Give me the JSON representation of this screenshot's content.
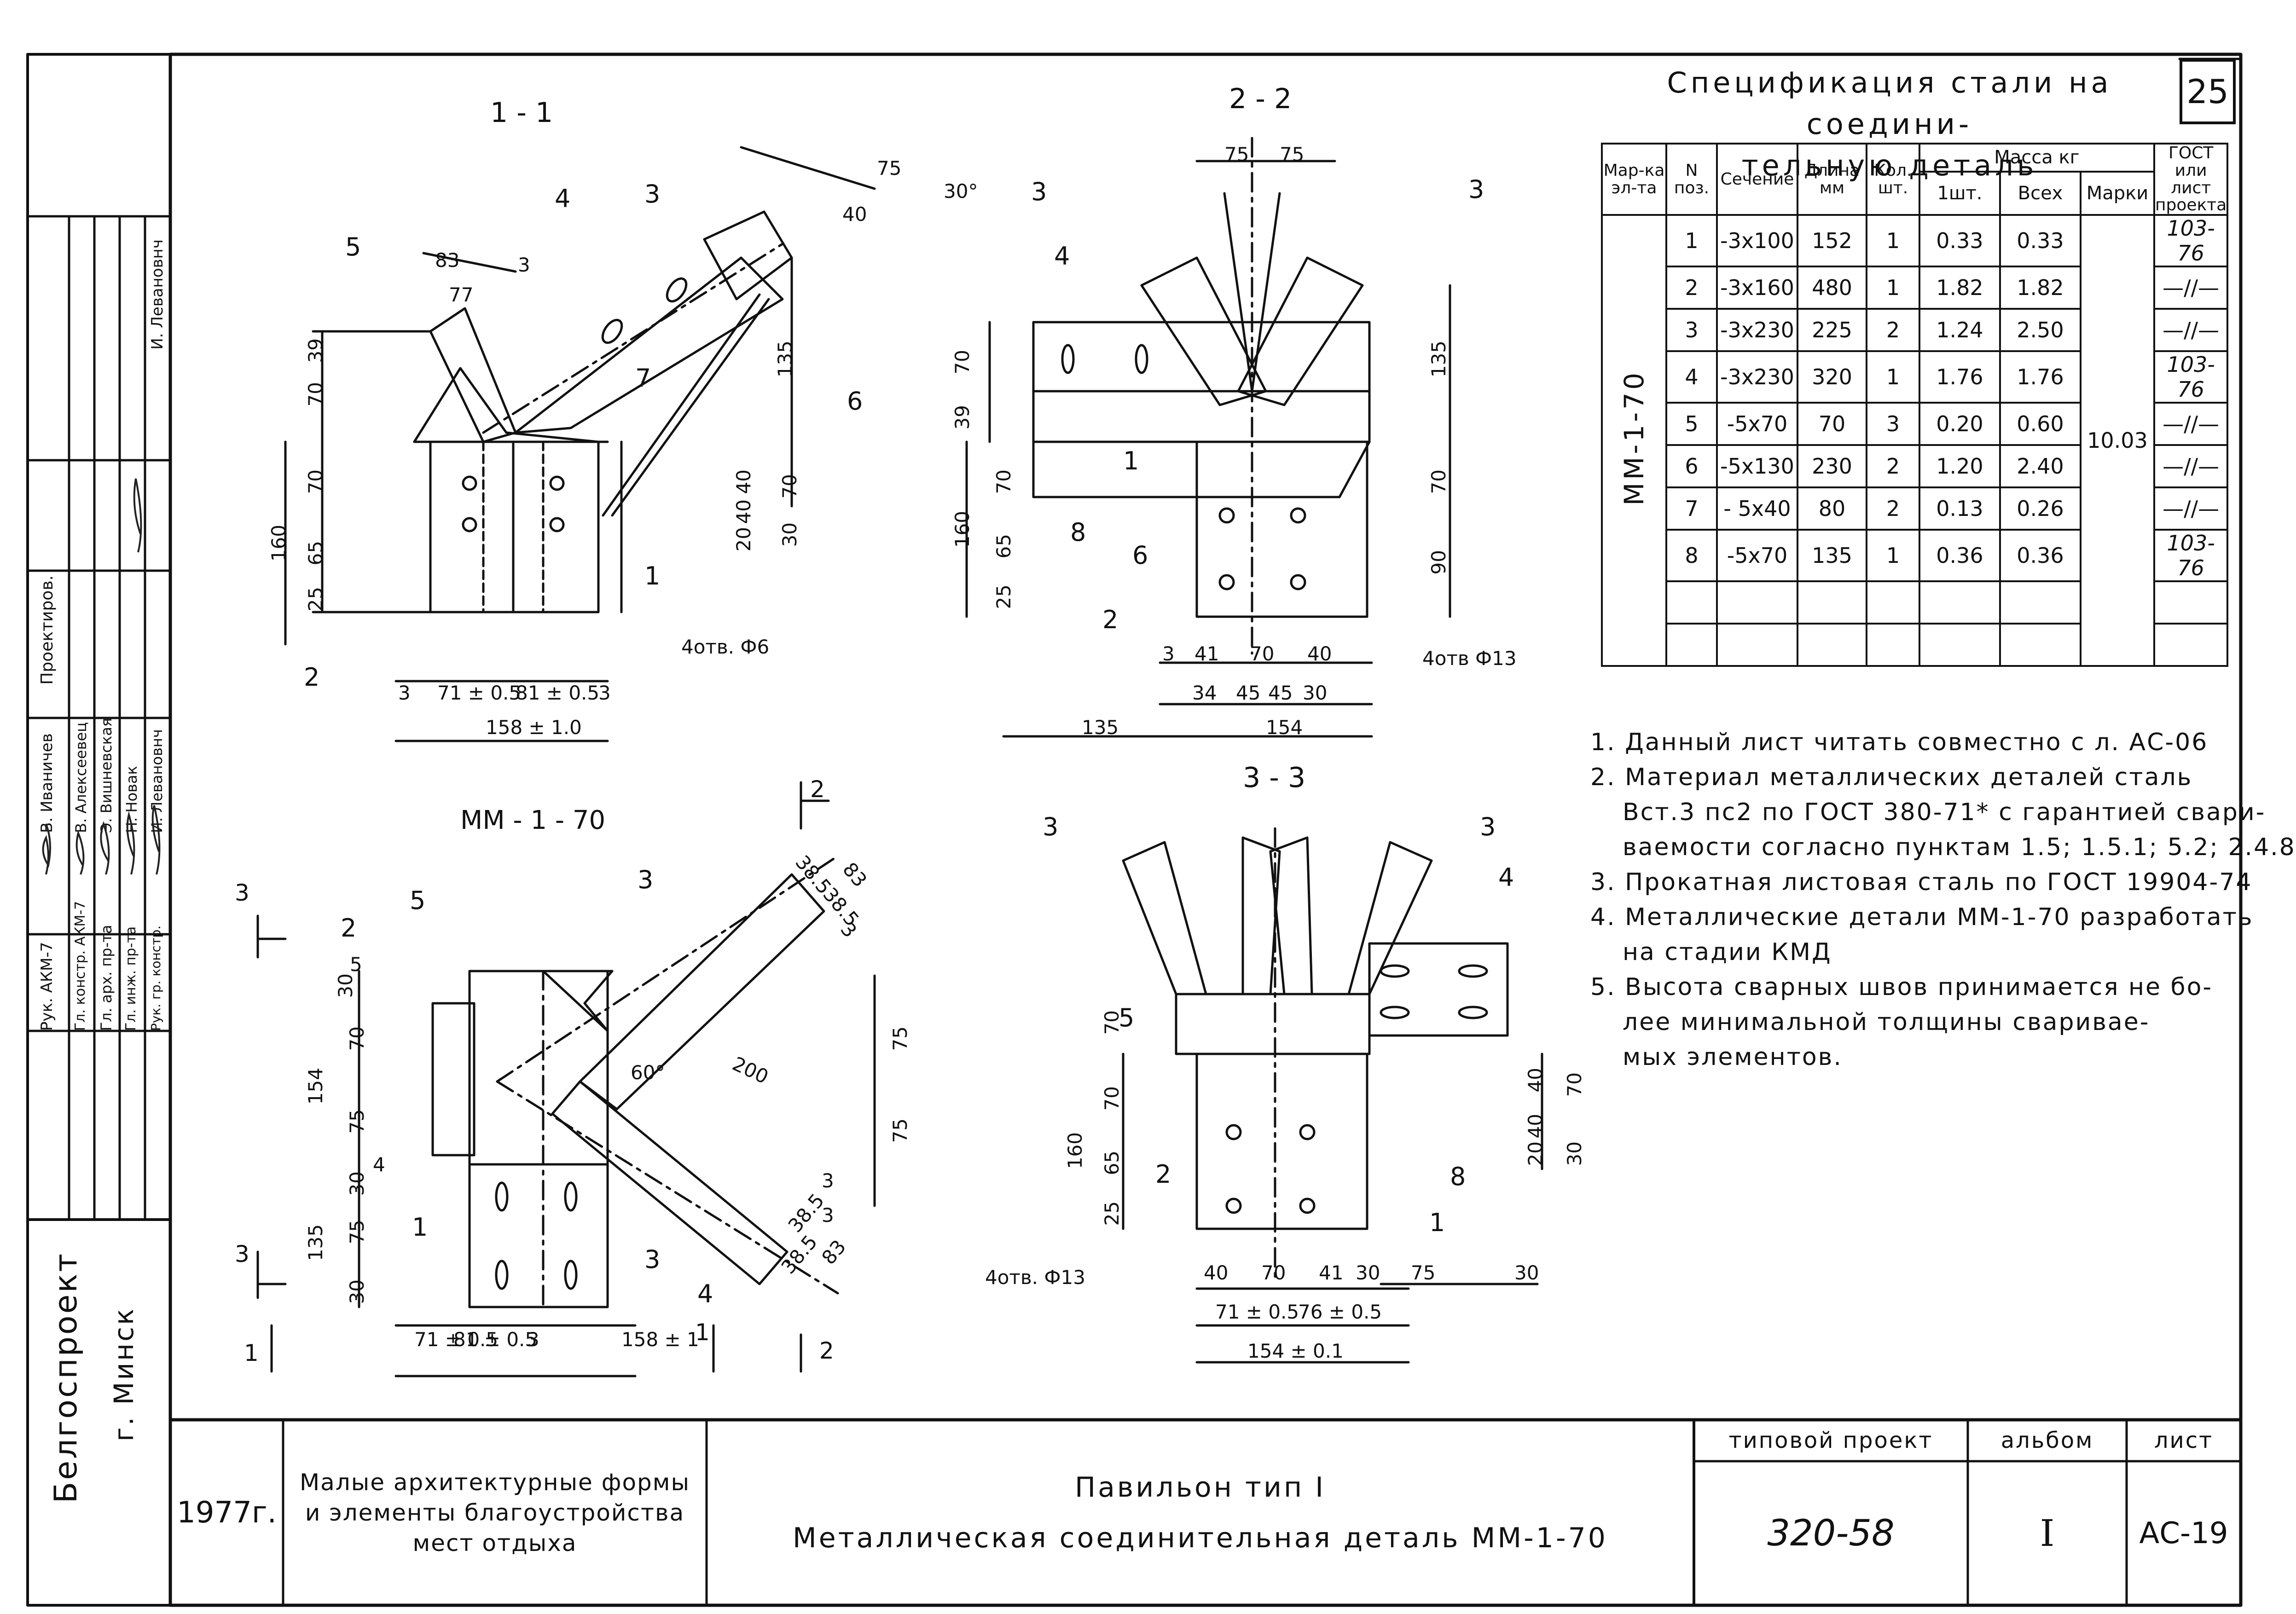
{
  "sheet_number": "25",
  "spec": {
    "title_line1": "Спецификация стали на соедини-",
    "title_line2": "тельную деталь",
    "headers": {
      "mark": "Мар-ка эл-та",
      "pos": "N поз.",
      "section": "Сечение",
      "length": "Длина мм",
      "qty": "Кол. шт.",
      "mass": "Масса кг",
      "mass_one": "1шт.",
      "mass_all": "Всех",
      "mass_mark": "Марки",
      "gost": "ГОСТ или лист проекта"
    },
    "element_mark": "ММ-1-70",
    "mark_mass": "10.03",
    "rows": [
      {
        "pos": "1",
        "section": "-3x100",
        "length": "152",
        "qty": "1",
        "one": "0.33",
        "all": "0.33",
        "gost": "103-76"
      },
      {
        "pos": "2",
        "section": "-3x160",
        "length": "480",
        "qty": "1",
        "one": "1.82",
        "all": "1.82",
        "gost": "—//—"
      },
      {
        "pos": "3",
        "section": "-3x230",
        "length": "225",
        "qty": "2",
        "one": "1.24",
        "all": "2.50",
        "gost": "—//—"
      },
      {
        "pos": "4",
        "section": "-3x230",
        "length": "320",
        "qty": "1",
        "one": "1.76",
        "all": "1.76",
        "gost": "103-76"
      },
      {
        "pos": "5",
        "section": "-5x70",
        "length": "70",
        "qty": "3",
        "one": "0.20",
        "all": "0.60",
        "gost": "—//—"
      },
      {
        "pos": "6",
        "section": "-5x130",
        "length": "230",
        "qty": "2",
        "one": "1.20",
        "all": "2.40",
        "gost": "—//—"
      },
      {
        "pos": "7",
        "section": "- 5x40",
        "length": "80",
        "qty": "2",
        "one": "0.13",
        "all": "0.26",
        "gost": "—//—"
      },
      {
        "pos": "8",
        "section": "-5x70",
        "length": "135",
        "qty": "1",
        "one": "0.36",
        "all": "0.36",
        "gost": "103-76"
      }
    ]
  },
  "notes": [
    "1. Данный лист читать совместно с л. АС-06",
    "2. Материал металлических деталей сталь",
    "Вст.3 пс2 по ГОСТ 380-71* с гарантией свари-",
    "ваемости согласно пунктам 1.5; 1.5.1; 5.2; 2.4.8",
    "3. Прокатная листовая сталь по ГОСТ 19904-74",
    "4. Металлические детали ММ-1-70 разработать",
    "на стадии КМД",
    "5. Высота сварных швов принимается не бо-",
    "лее минимальной толщины свариваe-",
    "мых элементов."
  ],
  "views": {
    "v11": {
      "title": "1 - 1",
      "callouts": [
        "5",
        "4",
        "3",
        "7",
        "6",
        "2",
        "1"
      ],
      "dims": [
        "83",
        "77",
        "3",
        "75",
        "40",
        "30°",
        "39",
        "70",
        "70",
        "160",
        "65",
        "25",
        "135",
        "20",
        "40",
        "40",
        "30",
        "70",
        "3",
        "71 ± 0.5",
        "81 ± 0.5",
        "3",
        "158 ± 1.0",
        "4отв. Ф6"
      ]
    },
    "v22": {
      "title": "2 - 2",
      "callouts": [
        "3",
        "3",
        "4",
        "1",
        "8",
        "6",
        "2"
      ],
      "dims": [
        "75",
        "75",
        "135",
        "70",
        "39",
        "70",
        "160",
        "65",
        "25",
        "70",
        "90",
        "3",
        "41",
        "70",
        "40",
        "34",
        "45",
        "45",
        "30",
        "135",
        "154",
        "4отв Ф13"
      ]
    },
    "vmm": {
      "title": "ММ - 1 - 70",
      "callouts": [
        "2",
        "5",
        "3",
        "1",
        "3",
        "4"
      ],
      "dims": [
        "30",
        "5",
        "70",
        "154",
        "75",
        "4",
        "30",
        "135",
        "75",
        "30",
        "38.5",
        "83",
        "38.5",
        "3",
        "200",
        "60°",
        "75",
        "75",
        "3",
        "38.5",
        "38.5",
        "83",
        "3",
        "71 ± 0.5",
        "81 ± 0.5",
        "3",
        "158 ± 1"
      ],
      "section_marks": [
        "3",
        "2",
        "3",
        "1",
        "1",
        "2"
      ]
    },
    "v33": {
      "title": "3 - 3",
      "callouts": [
        "3",
        "3",
        "4",
        "5",
        "2",
        "8",
        "1"
      ],
      "dims": [
        "70",
        "70",
        "160",
        "65",
        "25",
        "40",
        "40",
        "70",
        "20",
        "30",
        "4отв. Ф13",
        "40",
        "70",
        "41",
        "30",
        "75",
        "30",
        "71 ± 0.5",
        "76 ± 0.5",
        "154 ± 0.1"
      ]
    }
  },
  "stamp": {
    "roles": [
      "Рук. АКМ-7",
      "Гл. констр. АКМ-7",
      "Гл. арх. пр-та",
      "Гл. инж. пр-та",
      "Рук. гр. констр."
    ],
    "names": [
      "В. Иваничев",
      "В. Алексеевец",
      "Э. Вишневская",
      "Н. Новак",
      "И. Левановнч"
    ],
    "designed_label": "Проектиров.",
    "designer": "И. Левановнч",
    "org": "Белгоспроект",
    "city": "г. Минск",
    "year": "1977г.",
    "album_title": "Малые архитектурные формы и элементы благоустройства мест отдыха",
    "album_title_l1": "Малые архитектурные формы",
    "album_title_l2": "и элементы благоустройства",
    "album_title_l3": "мест отдыха",
    "object_l1": "Павильон тип I",
    "object_l2": "Металлическая соединительная деталь ММ-1-70",
    "project_label": "типовой проект",
    "project_value": "320-58",
    "album_label": "альбом",
    "album_value": "I",
    "sheet_label": "лист",
    "sheet_value": "АС-19"
  }
}
